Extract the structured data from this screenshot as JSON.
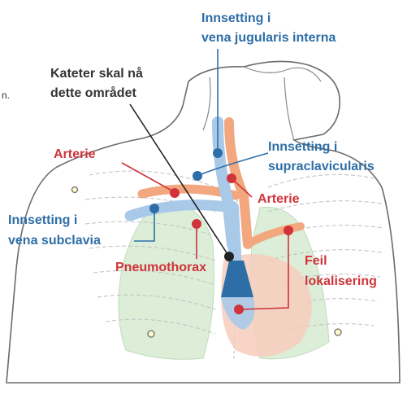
{
  "labels": {
    "jugular": [
      "Innsetting i",
      "vena jugularis interna"
    ],
    "catheter_target": [
      "Kateter skal nå",
      "dette området"
    ],
    "artery_left": "Arterie",
    "supraclavicular": [
      "Innsetting i",
      "supraclavicularis"
    ],
    "artery_right": "Arterie",
    "subclavia": [
      "Innsetting i",
      "vena subclavia"
    ],
    "pneumothorax": "Pneumothorax",
    "malposition": [
      "Feil",
      "lokalisering"
    ],
    "stray_char": "n."
  },
  "colors": {
    "insertion_blue": "#2e6ea6",
    "complication_red": "#d0333a",
    "vein_blue": "#a9c9e8",
    "artery_orange": "#f2a77f",
    "lung_green": "#d6ebd2",
    "heart_pink": "#f7cdbd",
    "outline": "#6b6b6b"
  }
}
